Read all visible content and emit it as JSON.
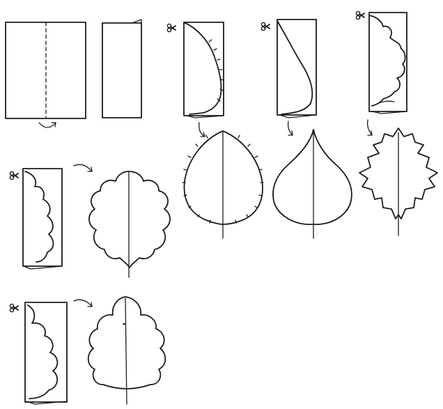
{
  "diagram": {
    "type": "paper-leaf-cutting-instructions",
    "text_labels": [],
    "ink_color": "#1a1a1a",
    "background_color": "#ffffff",
    "icons": {
      "scissors": "scissors-icon",
      "arrow": "curved-arrow-icon"
    },
    "steps": [
      "fold-paper-in-half",
      "folded-strip",
      "birch-leaf-template",
      "linden-leaf-template",
      "maple-leaf-template",
      "oak-leaf-template",
      "oak-leaf-alt-template"
    ],
    "leaves": [
      "birch-leaf",
      "linden-leaf",
      "maple-leaf",
      "oak-leaf",
      "oak-leaf-alt"
    ]
  }
}
